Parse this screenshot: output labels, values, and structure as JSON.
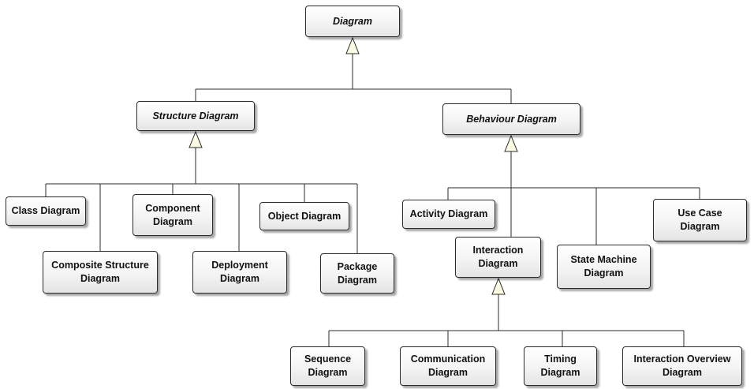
{
  "nodes": {
    "diagram": {
      "label": "Diagram"
    },
    "structure": {
      "label": "Structure Diagram"
    },
    "behaviour": {
      "label": "Behaviour Diagram"
    },
    "class": {
      "label": "Class Diagram"
    },
    "component": {
      "label": "Component Diagram"
    },
    "object": {
      "label": "Object Diagram"
    },
    "composite": {
      "label": "Composite Structure Diagram"
    },
    "deployment": {
      "label": "Deployment Diagram"
    },
    "package": {
      "label": "Package Diagram"
    },
    "activity": {
      "label": "Activity Diagram"
    },
    "interaction": {
      "label": "Interaction Diagram"
    },
    "statemachine": {
      "label": "State Machine Diagram"
    },
    "usecase": {
      "label": "Use Case Diagram"
    },
    "sequence": {
      "label": "Sequence Diagram"
    },
    "communication": {
      "label": "Communication Diagram"
    },
    "timing": {
      "label": "Timing Diagram"
    },
    "overview": {
      "label": "Interaction Overview Diagram"
    }
  }
}
